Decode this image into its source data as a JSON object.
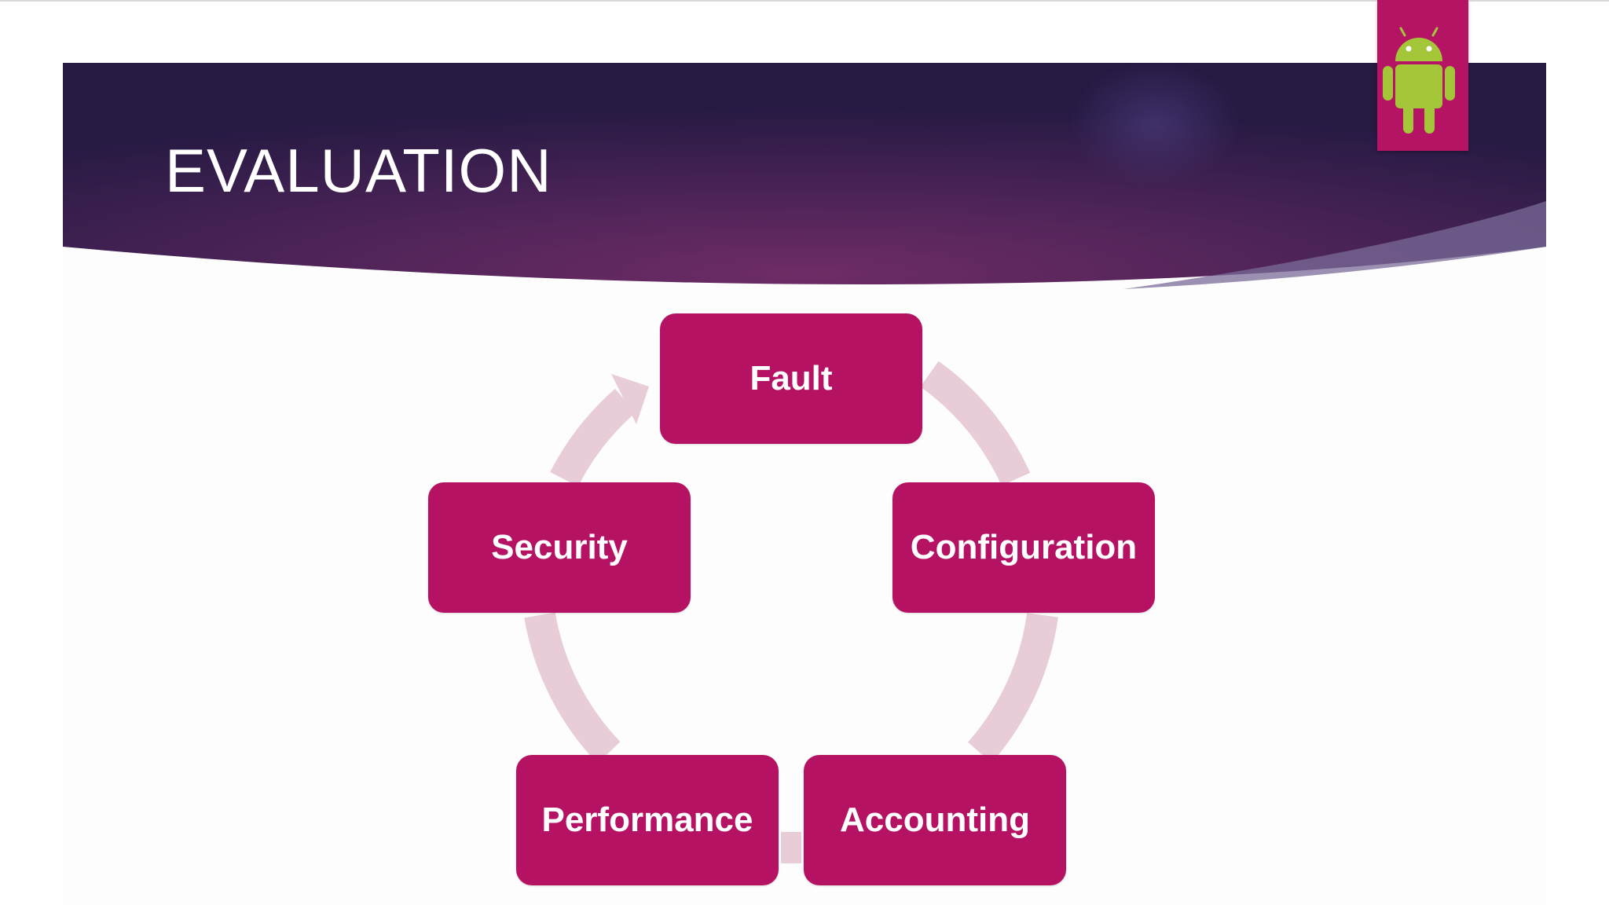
{
  "slide": {
    "title": "EVALUATION"
  },
  "logo": {
    "icon": "android-robot",
    "badge_color": "#b51465",
    "robot_color": "#a4c639"
  },
  "diagram": {
    "type": "cycle",
    "nodes": [
      {
        "label": "Fault"
      },
      {
        "label": "Configuration"
      },
      {
        "label": "Accounting"
      },
      {
        "label": "Performance"
      },
      {
        "label": "Security"
      }
    ],
    "node_color": "#b51263",
    "arrow_color": "#e8ccd7"
  },
  "colors": {
    "banner_dark": "#2b1d48",
    "banner_mid": "#6e2c65",
    "title_text": "#ffffff"
  }
}
